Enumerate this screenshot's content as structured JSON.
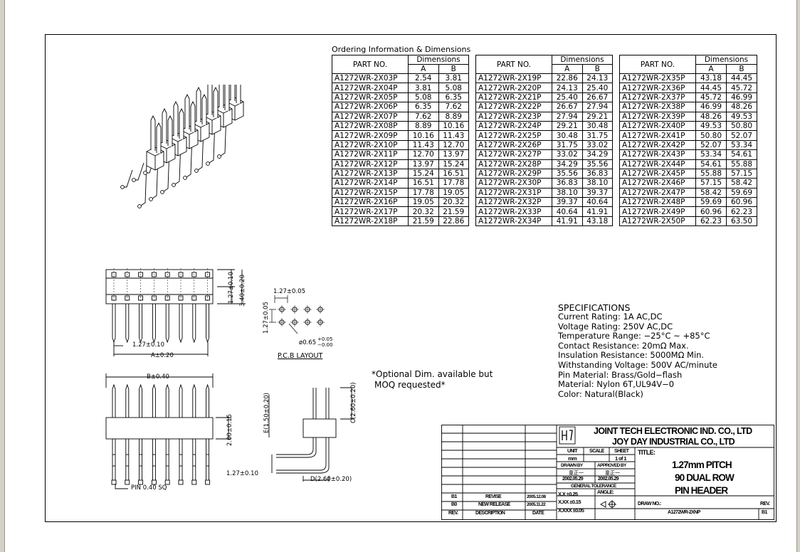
{
  "table": {
    "caption": "Ordering Information & Dimensions",
    "part_header": "PART NO.",
    "dims_header": "Dimensions",
    "col_a": "A",
    "col_b": "B",
    "groups": [
      [
        [
          "A1272WR-2X03P",
          "2.54",
          "3.81"
        ],
        [
          "A1272WR-2X04P",
          "3.81",
          "5.08"
        ],
        [
          "A1272WR-2X05P",
          "5.08",
          "6.35"
        ],
        [
          "A1272WR-2X06P",
          "6.35",
          "7.62"
        ],
        [
          "A1272WR-2X07P",
          "7.62",
          "8.89"
        ],
        [
          "A1272WR-2X08P",
          "8.89",
          "10.16"
        ],
        [
          "A1272WR-2X09P",
          "10.16",
          "11.43"
        ],
        [
          "A1272WR-2X10P",
          "11.43",
          "12.70"
        ],
        [
          "A1272WR-2X11P",
          "12.70",
          "13.97"
        ],
        [
          "A1272WR-2X12P",
          "13.97",
          "15.24"
        ],
        [
          "A1272WR-2X13P",
          "15.24",
          "16.51"
        ],
        [
          "A1272WR-2X14P",
          "16.51",
          "17.78"
        ],
        [
          "A1272WR-2X15P",
          "17.78",
          "19.05"
        ],
        [
          "A1272WR-2X16P",
          "19.05",
          "20.32"
        ],
        [
          "A1272WR-2X17P",
          "20.32",
          "21.59"
        ],
        [
          "A1272WR-2X18P",
          "21.59",
          "22.86"
        ]
      ],
      [
        [
          "A1272WR-2X19P",
          "22.86",
          "24.13"
        ],
        [
          "A1272WR-2X20P",
          "24.13",
          "25.40"
        ],
        [
          "A1272WR-2X21P",
          "25.40",
          "26.67"
        ],
        [
          "A1272WR-2X22P",
          "26.67",
          "27.94"
        ],
        [
          "A1272WR-2X23P",
          "27.94",
          "29.21"
        ],
        [
          "A1272WR-2X24P",
          "29.21",
          "30.48"
        ],
        [
          "A1272WR-2X25P",
          "30.48",
          "31.75"
        ],
        [
          "A1272WR-2X26P",
          "31.75",
          "33.02"
        ],
        [
          "A1272WR-2X27P",
          "33.02",
          "34.29"
        ],
        [
          "A1272WR-2X28P",
          "34.29",
          "35.56"
        ],
        [
          "A1272WR-2X29P",
          "35.56",
          "36.83"
        ],
        [
          "A1272WR-2X30P",
          "36.83",
          "38.10"
        ],
        [
          "A1272WR-2X31P",
          "38.10",
          "39.37"
        ],
        [
          "A1272WR-2X32P",
          "39.37",
          "40.64"
        ],
        [
          "A1272WR-2X33P",
          "40.64",
          "41.91"
        ],
        [
          "A1272WR-2X34P",
          "41.91",
          "43.18"
        ]
      ],
      [
        [
          "A1272WR-2X35P",
          "43.18",
          "44.45"
        ],
        [
          "A1272WR-2X36P",
          "44.45",
          "45.72"
        ],
        [
          "A1272WR-2X37P",
          "45.72",
          "46.99"
        ],
        [
          "A1272WR-2X38P",
          "46.99",
          "48.26"
        ],
        [
          "A1272WR-2X39P",
          "48.26",
          "49.53"
        ],
        [
          "A1272WR-2X40P",
          "49.53",
          "50.80"
        ],
        [
          "A1272WR-2X41P",
          "50.80",
          "52.07"
        ],
        [
          "A1272WR-2X42P",
          "52.07",
          "53.34"
        ],
        [
          "A1272WR-2X43P",
          "53.34",
          "54.61"
        ],
        [
          "A1272WR-2X44P",
          "54.61",
          "55.88"
        ],
        [
          "A1272WR-2X45P",
          "55.88",
          "57.15"
        ],
        [
          "A1272WR-2X46P",
          "57.15",
          "58.42"
        ],
        [
          "A1272WR-2X47P",
          "58.42",
          "59.69"
        ],
        [
          "A1272WR-2X48P",
          "59.69",
          "60.96"
        ],
        [
          "A1272WR-2X49P",
          "60.96",
          "62.23"
        ],
        [
          "A1272WR-2X50P",
          "62.23",
          "63.50"
        ]
      ]
    ]
  },
  "specs": {
    "title": "SPECIFICATIONS",
    "lines": [
      "Current Rating: 1A AC,DC",
      "Voltage Rating: 250V AC,DC",
      "Temperature Range: −25°C ~ +85°C",
      "Contact Resistance: 20mΩ Max.",
      "Insulation Resistance: 5000MΩ Min.",
      "Withstanding Voltage: 500V AC/minute",
      "Pin Material: Brass/Gold−flash",
      "Material: Nylon 6T,UL94V−0",
      "Color: Natural(Black)"
    ]
  },
  "note": {
    "line1": "*Optional Dim. available but",
    "line2": "MOQ requested*"
  },
  "drawing": {
    "top_pitch": "1.27±0.10",
    "top_width": "A±0.20",
    "top_h1": "1.27±0.10",
    "top_h2": "3.40±0.20",
    "pcb_pitch_x": "1.27±0.05",
    "pcb_pitch_y": "1.27±0.05",
    "pcb_hole": "ø0.65",
    "pcb_tol_plus": "+0.05",
    "pcb_tol_minus": "−0.00",
    "pcb_label": "P.C.B LAYOUT",
    "front_width": "B±0.40",
    "front_height": "2.00±0.15",
    "pin_label": "PIN 0.40 SQ",
    "side_e": "E(1.50±0.20)",
    "side_c": "C(2.60±0.20)",
    "side_pitch": "1.27±0.10",
    "side_d": "D(2.60±0.20)"
  },
  "titleblock": {
    "company1": "JOINT TECH ELECTRONIC IND. CO., LTD",
    "company2": "JOY DAY INDUSTRIAL CO., LTD",
    "unit_label": "UNIT",
    "unit_value": "mm",
    "scale_label": "SCALE",
    "sheet_label": "SHEET",
    "sheet_value": "1 of 1",
    "title_label": "TITLE:",
    "title1": "1.27mm PITCH",
    "title2": "90 DUAL ROW",
    "title3": "PIN HEADER",
    "drawn_label": "DRAWN BY",
    "approved_label": "APPROVED BY",
    "drawn_name": "童正一",
    "approved_name": "童正一",
    "drawn_date": "2002.05.29",
    "approved_date": "2002.05.29",
    "tolerance_label": "GENERAL TOLERANCE",
    "tol1": "X.X ±0.25",
    "tol2": "X.XX ±0.15",
    "tol3": "X.XXX ±0.05",
    "angle_label": "ANGLE:",
    "dwg_label": "DRAW NO.:",
    "dwg_no": "A1272WR-2XNP",
    "rev_label": "REV.",
    "rev_value": "B1",
    "rev_rows": [
      [
        "B1",
        "REVISE",
        "2005.12.08"
      ],
      [
        "B0",
        "NEW RELEASE",
        "2005.11.22"
      ],
      [
        "REV.",
        "DESCRIPTION",
        "DATE"
      ]
    ]
  }
}
